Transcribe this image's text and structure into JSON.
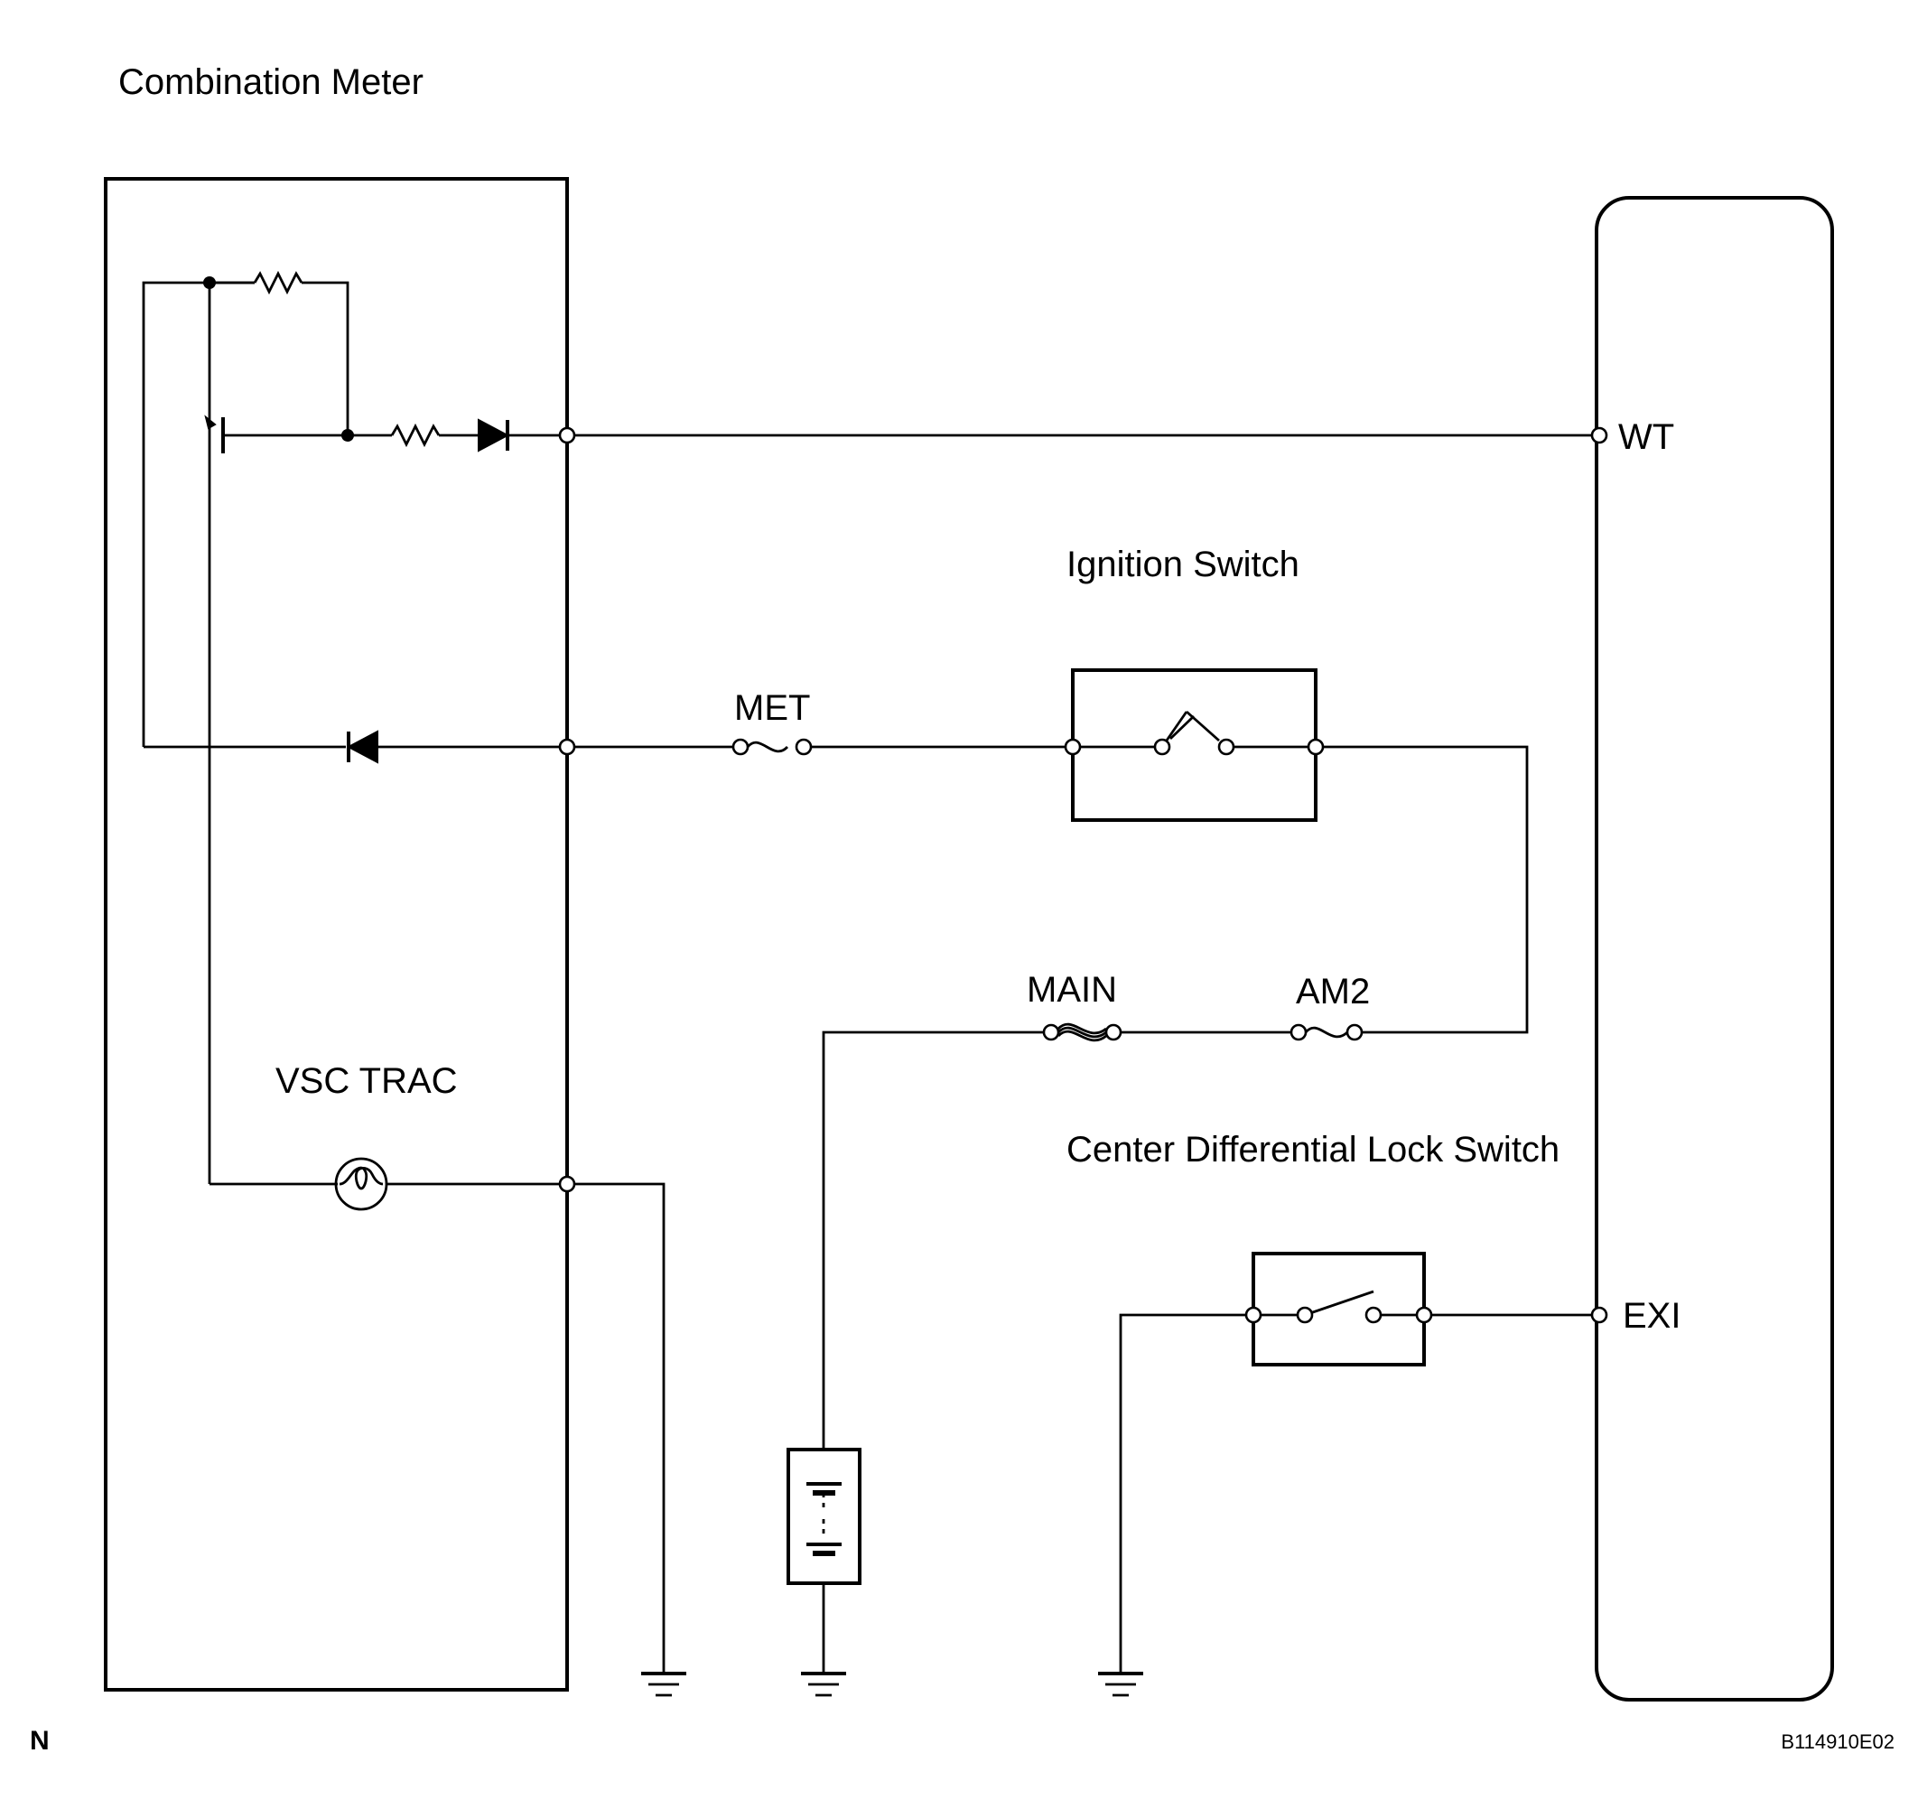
{
  "labels": {
    "combination_meter": "Combination Meter",
    "vsc_trac": "VSC TRAC",
    "ignition_switch": "Ignition Switch",
    "met": "MET",
    "main": "MAIN",
    "am2": "AM2",
    "center_diff_lock_switch": "Center Differential Lock Switch",
    "wt": "WT",
    "exi": "EXI",
    "north_marker": "N",
    "figure_code": "B114910E02"
  }
}
